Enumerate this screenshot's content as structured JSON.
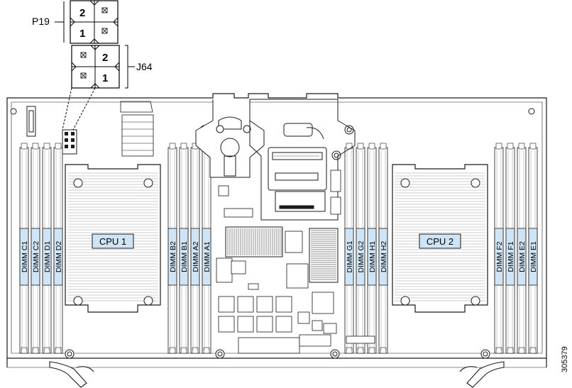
{
  "callouts": {
    "p19": {
      "label": "P19",
      "pins": [
        "2",
        "1"
      ]
    },
    "j64": {
      "label": "J64",
      "pins": [
        "2",
        "1"
      ]
    }
  },
  "cpus": {
    "cpu1": "CPU 1",
    "cpu2": "CPU 2"
  },
  "dimm_groups": {
    "left_outer": [
      "DIMM C1",
      "DIMM C2",
      "DIMM D1",
      "DIMM D2"
    ],
    "left_inner": [
      "DIMM B2",
      "DIMM B1",
      "DIMM A2",
      "DIMM A1"
    ],
    "right_inner": [
      "DIMM G1",
      "DIMM G2",
      "DIMM H1",
      "DIMM H2"
    ],
    "right_outer": [
      "DIMM F2",
      "DIMM F1",
      "DIMM E2",
      "DIMM E1"
    ]
  },
  "figure_id": "305379",
  "colors": {
    "line": "#1a1a1a",
    "dimm_highlight": "#cfe4f5",
    "board": "#ffffff"
  }
}
